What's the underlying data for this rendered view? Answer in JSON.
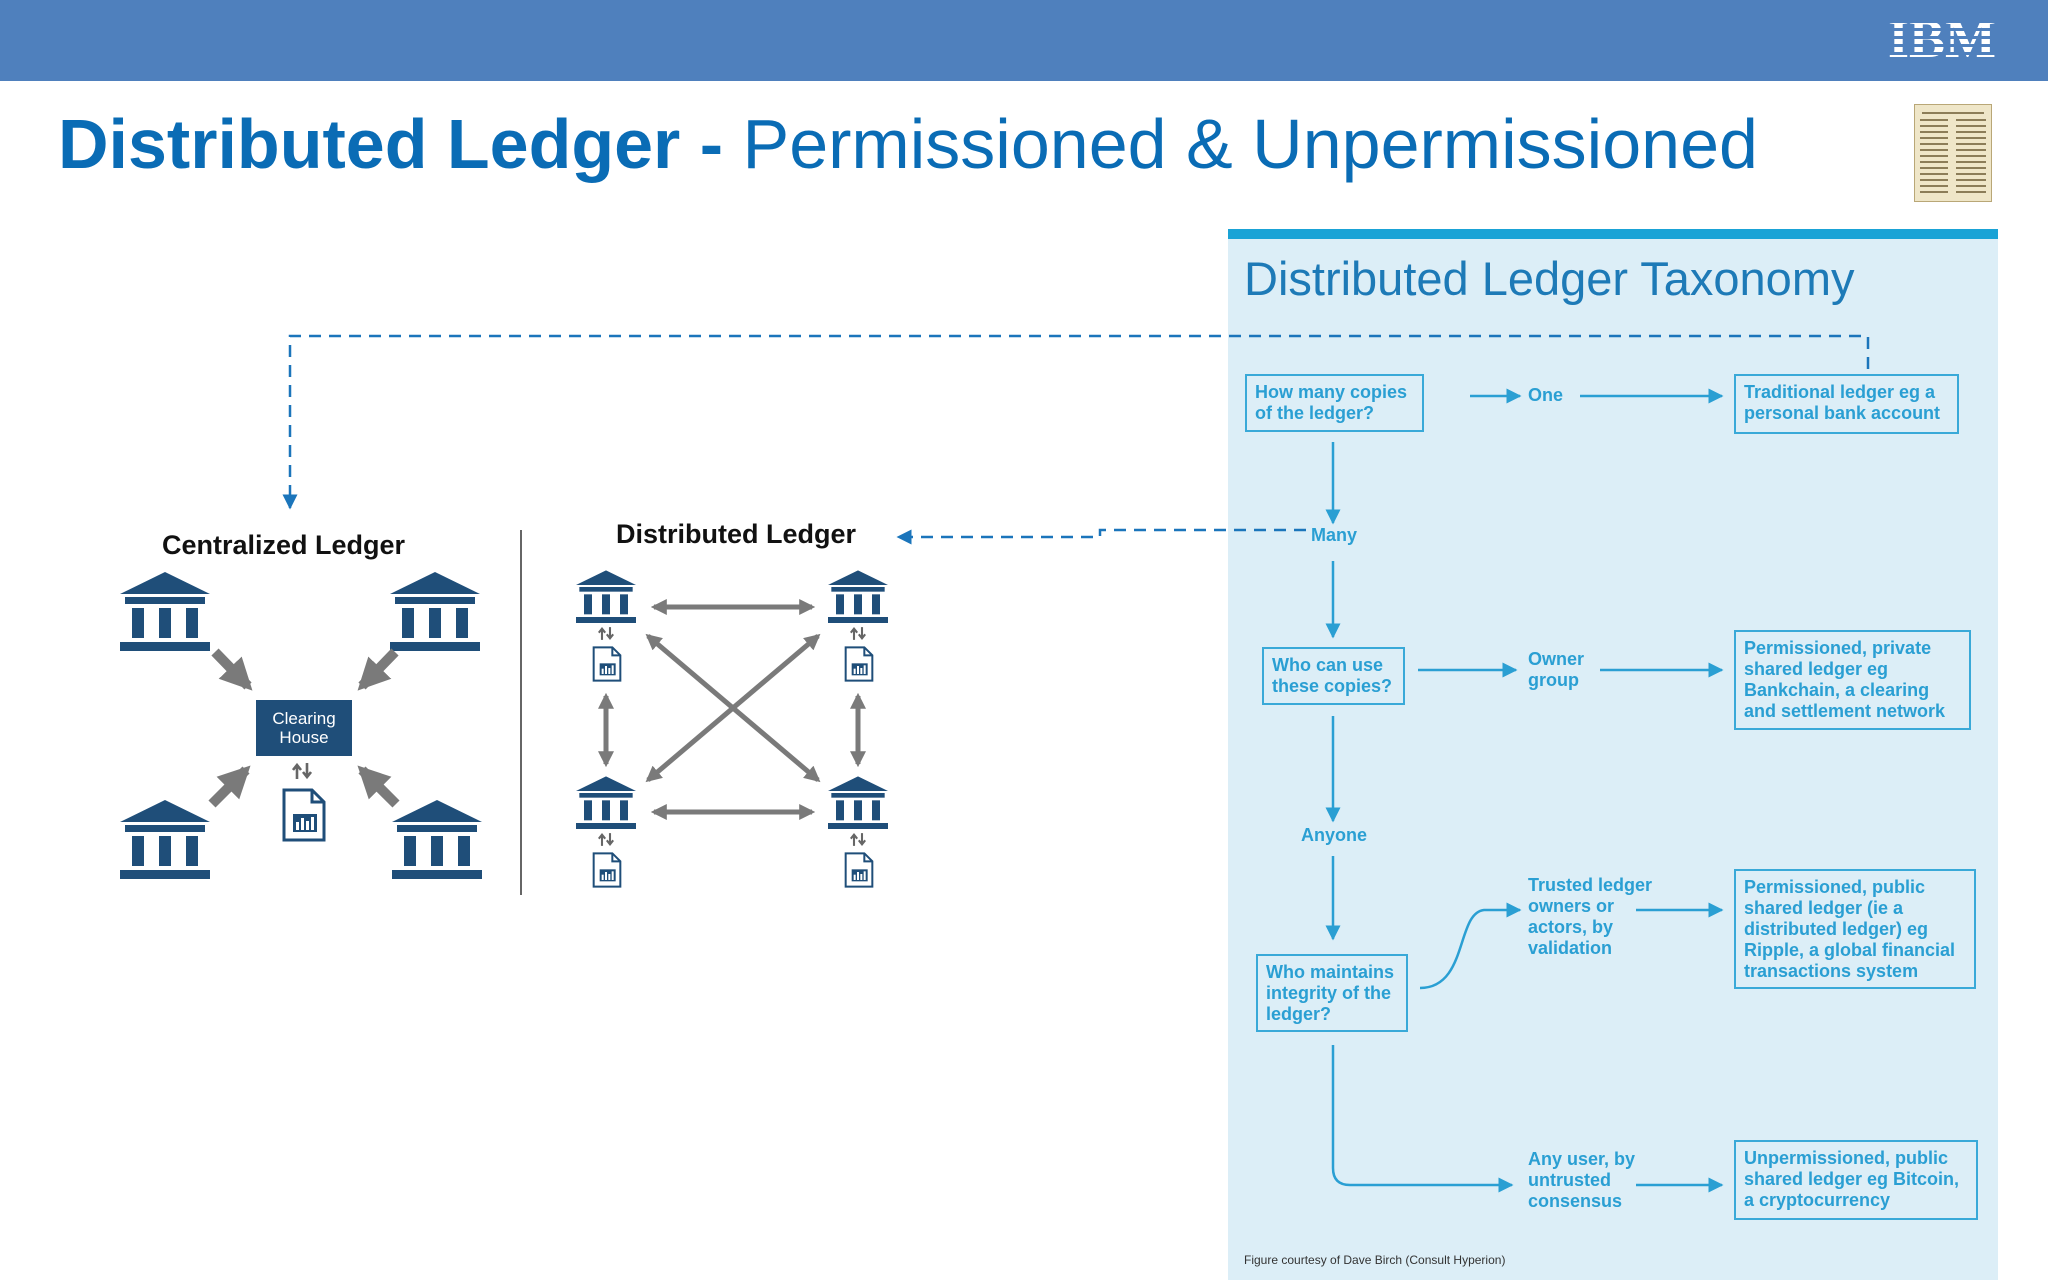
{
  "header": {
    "logo_text": "IBM",
    "title_bold": "Distributed Ledger -",
    "title_rest": "Permissioned & Unpermissioned"
  },
  "left_diagram": {
    "centralized_label": "Centralized Ledger",
    "distributed_label": "Distributed Ledger",
    "clearing_house": "Clearing\nHouse"
  },
  "taxonomy": {
    "title": "Distributed Ledger Taxonomy",
    "q1": "How many copies\nof the ledger?",
    "one": "One",
    "r1": "Traditional ledger eg a\npersonal bank account",
    "many": "Many",
    "q2": "Who can use\nthese copies?",
    "owner_group": "Owner\ngroup",
    "r2": "Permissioned, private\nshared ledger eg\nBankchain, a clearing\nand settlement network",
    "anyone": "Anyone",
    "q3": "Who maintains\nintegrity of the\nledger?",
    "trusted": "Trusted ledger\nowners or\nactors, by\nvalidation",
    "r3": "Permissioned, public\nshared ledger (ie a\ndistributed ledger) eg\nRipple, a global financial\ntransactions system",
    "untrusted": "Any user, by\nuntrusted\nconsensus",
    "r4": "Unpermissioned, public\nshared ledger eg Bitcoin,\na cryptocurrency",
    "caption": "Figure courtesy of Dave Birch (Consult Hyperion)"
  },
  "colors": {
    "header_bar": "#4f80bd",
    "title_blue": "#0a6cb5",
    "bank_navy": "#1f4e79",
    "flow_cyan": "#2a9fd3",
    "dashed_connector": "#1b75bb"
  }
}
